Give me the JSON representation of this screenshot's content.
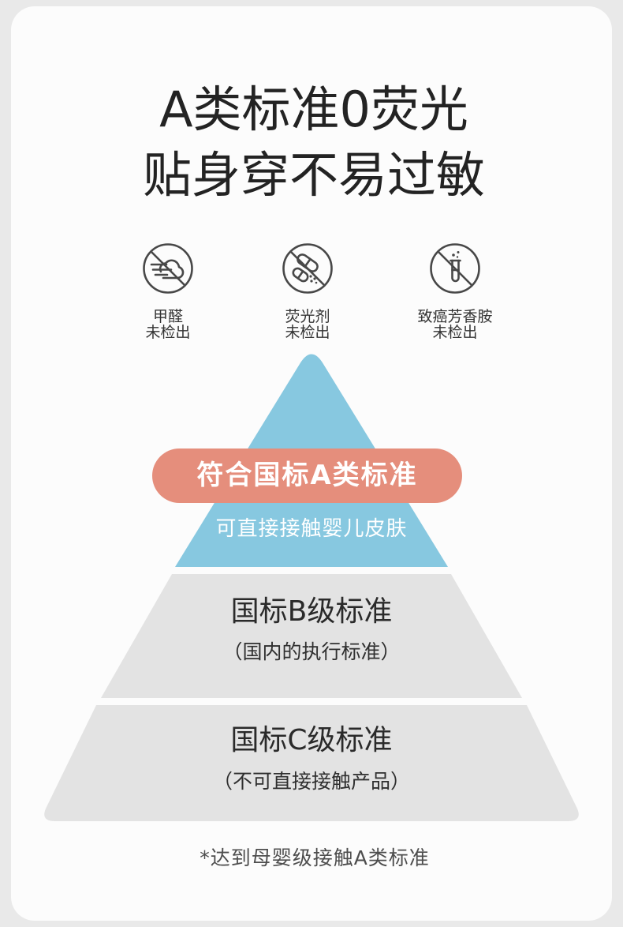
{
  "headline": {
    "line1": "A类标准0荧光",
    "line2": "贴身穿不易过敏"
  },
  "features": [
    {
      "icon": "formaldehyde-prohibited-icon",
      "label_line1": "甲醛",
      "label_line2": "未检出"
    },
    {
      "icon": "fluorescent-agent-prohibited-icon",
      "label_line1": "荧光剂",
      "label_line2": "未检出"
    },
    {
      "icon": "carcinogenic-amine-prohibited-icon",
      "label_line1": "致癌芳香胺",
      "label_line2": "未检出"
    }
  ],
  "pyramid": {
    "tier_a": {
      "badge": "符合国标A类标准",
      "description": "可直接接触婴儿皮肤"
    },
    "tier_b": {
      "title": "国标B级标准",
      "description": "（国内的执行标准）"
    },
    "tier_c": {
      "title": "国标C级标准",
      "description": "（不可直接接触产品）"
    }
  },
  "footnote": "*达到母婴级接触A类标准",
  "colors": {
    "page_background": "#e9e9e9",
    "card_background": "#fcfcfc",
    "tier_a": "#87c8e0",
    "badge": "#e58e7c",
    "tier_b": "#e3e3e3",
    "tier_c": "#e3e3e3",
    "icon_stroke": "#484848"
  }
}
